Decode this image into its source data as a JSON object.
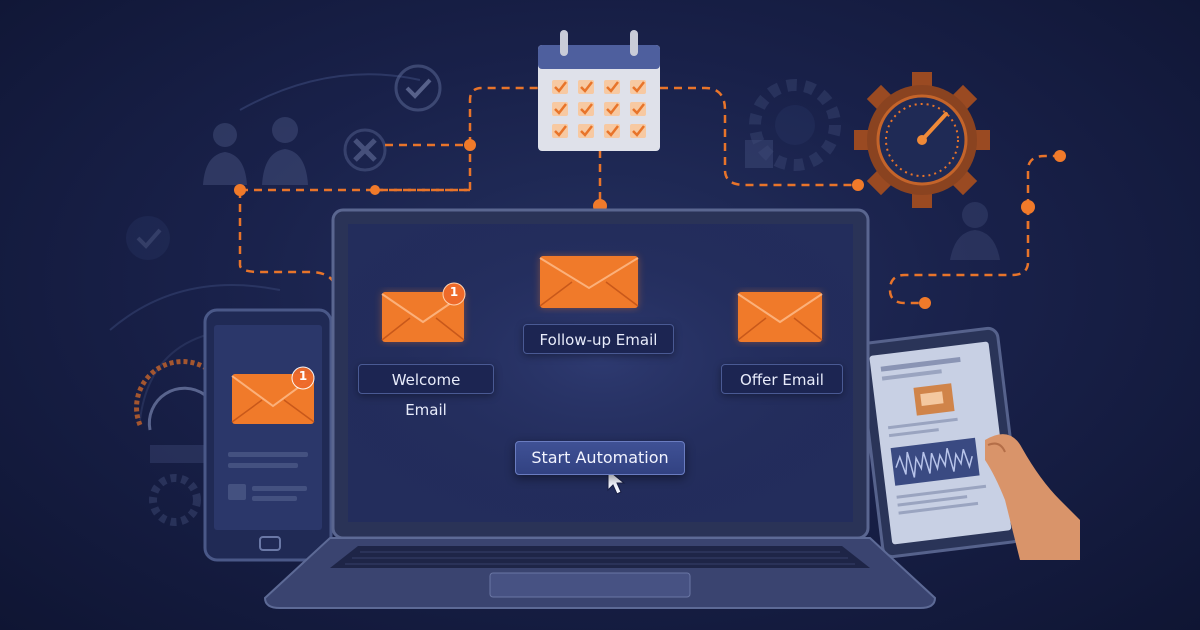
{
  "workflow": {
    "nodes": [
      {
        "label": "Welcome Email",
        "badge": "1"
      },
      {
        "label": "Follow-up Email"
      },
      {
        "label": "Offer Email"
      }
    ],
    "start_button": "Start Automation"
  },
  "phone": {
    "badge": "1"
  },
  "colors": {
    "background": "#19214a",
    "accent_orange": "#f07a2a",
    "connector": "#e8742a",
    "panel": "#1c2552"
  },
  "icons": [
    "envelope-icon",
    "calendar-icon",
    "gear-gauge-icon",
    "users-icon",
    "check-icon",
    "cursor-icon",
    "speedometer-icon"
  ]
}
